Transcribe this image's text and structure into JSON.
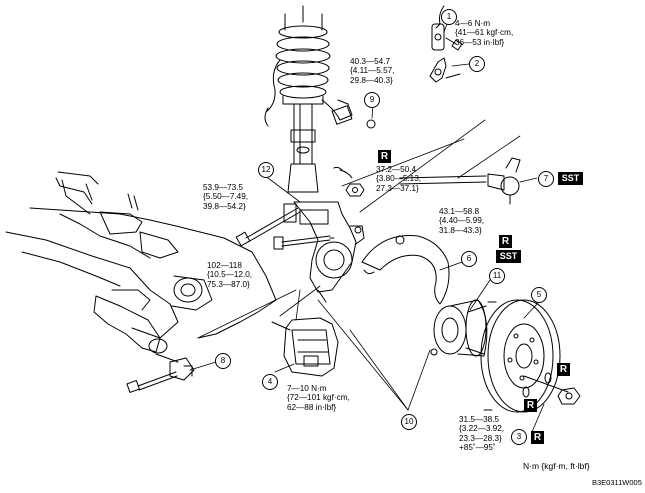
{
  "specs": {
    "sensor_bolt": [
      "4—6 N·m",
      "{41—61 kgf·cm,",
      "36—53 in·lbf}"
    ],
    "strut_bracket": [
      "40.3—54.7",
      "{4.11—5.57,",
      "29.8—40.3}"
    ],
    "tie_rod_nut": [
      "37.2—50.4",
      "{3.80—5.13,",
      "27.3—37.1}"
    ],
    "strut_knuckle": [
      "53.9—73.5",
      "{5.50—7.49,",
      "39.8—54.2}"
    ],
    "shield_bolts": [
      "43.1—58.8",
      "{4.40—5.99,",
      "31.8—43.3}"
    ],
    "ball_joint": [
      "102—118",
      "{10.5—12.0,",
      "75.3—87.0}"
    ],
    "caliper_bolts": [
      "7—10 N·m",
      "{72—101 kgf·cm,",
      "62—88 in·lbf}"
    ],
    "hub_nut": [
      "31.5—38.5",
      "{3.22—3.92,",
      "23.3—28.3}",
      "+85˚—95˚"
    ]
  },
  "callouts": [
    "1",
    "2",
    "3",
    "4",
    "5",
    "6",
    "7",
    "8",
    "9",
    "10",
    "11",
    "12"
  ],
  "tags": {
    "r": "R",
    "sst": "SST"
  },
  "units": "N·m {kgf·m, ft·lbf}",
  "figure_code": "B3E0311W005"
}
